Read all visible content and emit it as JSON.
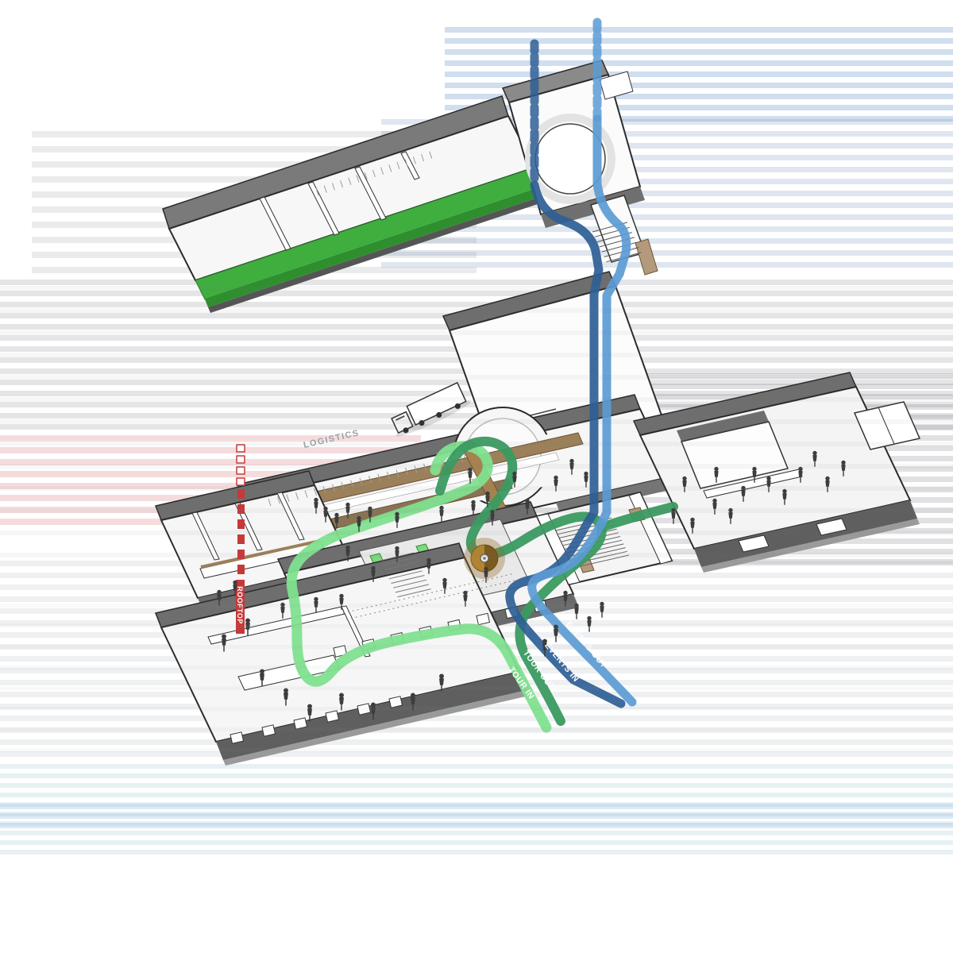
{
  "diagram": {
    "type": "axonometric-circulation-diagram",
    "subject": "building complex with visitor, events, logistics and rooftop circulation flows",
    "flow_labels": {
      "tour_in": "TOUR IN",
      "tour_out": "TOUR OUT",
      "events_in": "EVENTS IN",
      "events_out": "EVENTS OUT",
      "rooftop": "ROOFTOP",
      "logistics": "LOGISTICS"
    },
    "flow_colors": {
      "tour_in": "#7fe08f",
      "tour_out": "#3a9a60",
      "events_in": "#2e5e95",
      "events_out": "#5b9bd5",
      "rooftop": "#c63939",
      "logistics_text": "#9aa0a6"
    },
    "accent_colors": {
      "green_building_edge": "#3fae3f",
      "wood_walls": "#9c8059",
      "bronze_disk": "#b08430",
      "wall_top_gray": "#6e6e6e",
      "floor_white": "#f6f6f6"
    },
    "elements": {
      "people_note": "small dark figure silhouettes of visitors",
      "truck_note": "delivery truck at logistics dock"
    }
  }
}
